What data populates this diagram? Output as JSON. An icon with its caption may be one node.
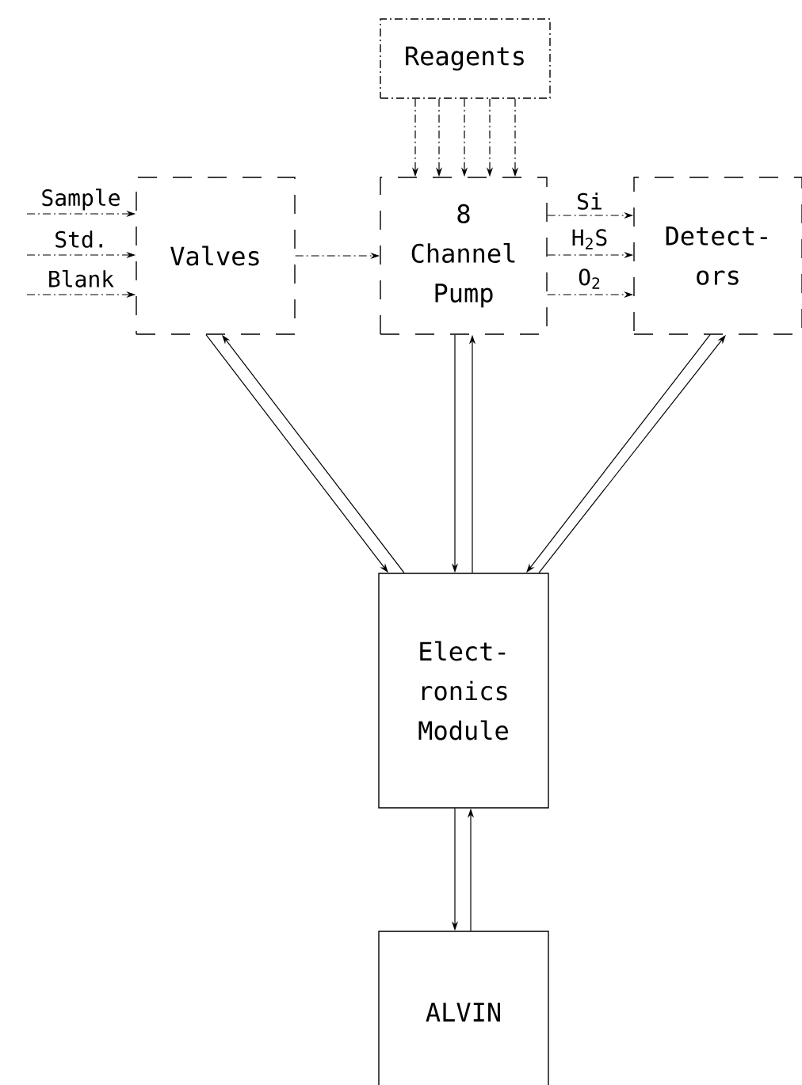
{
  "diagram": {
    "nodes": [
      {
        "text": [
          "Reagents"
        ]
      },
      {
        "text": [
          "Valves"
        ]
      },
      {
        "text": [
          "8 Channel Pump"
        ]
      },
      {
        "text": [
          "Detect- ors"
        ]
      },
      {
        "text": [
          "Elect- ronics Module"
        ]
      },
      {
        "text": [
          "ALVIN"
        ]
      }
    ],
    "edges": [
      {
        "from": null,
        "to": 1,
        "arrow": "to",
        "label": "Sample",
        "style": "dashed"
      },
      {
        "from": null,
        "to": 1,
        "arrow": "to",
        "label": "Std.",
        "style": "dashed"
      },
      {
        "from": null,
        "to": 1,
        "arrow": "to",
        "label": "Blank",
        "style": "dashed"
      },
      {
        "from": 0,
        "to": 2,
        "arrow": "to",
        "style": "dashed"
      },
      {
        "from": 0,
        "to": 2,
        "arrow": "to",
        "style": "dashed"
      },
      {
        "from": 0,
        "to": 2,
        "arrow": "to",
        "style": "dashed"
      },
      {
        "from": 0,
        "to": 2,
        "arrow": "to",
        "style": "dashed"
      },
      {
        "from": 0,
        "to": 2,
        "arrow": "to",
        "style": "dashed"
      },
      {
        "from": 1,
        "to": 2,
        "arrow": "to",
        "style": "dashed"
      },
      {
        "from": 2,
        "to": 3,
        "arrow": "to",
        "label": "Si",
        "style": "dashed"
      },
      {
        "from": 2,
        "to": 3,
        "arrow": "to",
        "label": "H$_{2}$S",
        "style": "dashed"
      },
      {
        "from": 2,
        "to": 3,
        "arrow": "to",
        "label": "O$_{2}$",
        "style": "dashed"
      },
      {
        "from": 1,
        "to": 4,
        "arrow": "to"
      },
      {
        "from": 4,
        "to": 1,
        "arrow": "to"
      },
      {
        "from": 2,
        "to": 4,
        "arrow": "to"
      },
      {
        "from": 4,
        "to": 2,
        "arrow": "to"
      },
      {
        "from": 3,
        "to": 4,
        "arrow": "to"
      },
      {
        "from": 4,
        "to": 3,
        "arrow": "to"
      },
      {
        "from": 4,
        "to": 5,
        "arrow": "to"
      },
      {
        "from": 5,
        "to": 4,
        "arrow": "to"
      }
    ]
  }
}
